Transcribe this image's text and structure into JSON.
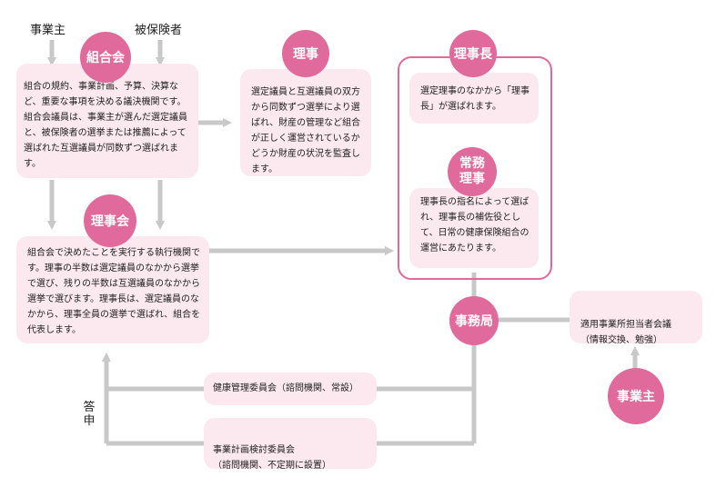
{
  "colors": {
    "accent": "#e06a9b",
    "box": "#fbe9ef",
    "arrow": "#c8c8c8"
  },
  "top_labels": {
    "employer": "事業主",
    "insured": "被保険者"
  },
  "kumiaikai": {
    "title": "組合会",
    "text": "組合の規約、事業計画、予算、決算など、重要な事項を決める議決機関です。組合会議員は、事業主が選んだ選定議員と、被保険者の選挙または推薦によって選ばれた互選議員が同数ずつ選ばれます。"
  },
  "riji": {
    "title": "理事",
    "text": "選定議員と互選議員の双方から同数ずつ選挙により選ばれ、財産の管理など組合が正しく運営されているかどうか財産の状況を監査します。"
  },
  "rijicho": {
    "title": "理事長",
    "text": "選定理事のなかから「理事長」が選ばれます。"
  },
  "jomu": {
    "title": "常務\n理事",
    "text": "理事長の指名によって選ばれ、理事長の補佐役として、日常の健康保険組合の運営にあたります。"
  },
  "rijikai": {
    "title": "理事会",
    "text": "組合会で決めたことを実行する執行機関です。理事の半数は選定議員のなかから選挙で選び、残りの半数は互選議員のなかから選挙で選びます。理事長は、選定議員のなかから、理事全員の選挙で選ばれ、組合を代表します。"
  },
  "jimukyoku": {
    "title": "事務局"
  },
  "tekiyo": {
    "text": "適用事業所担当者会議\n（情報交換、勉強）"
  },
  "employer_bottom": {
    "title": "事業主"
  },
  "kenko_iinkai": {
    "text": "健康管理委員会（諮問機関、常設）"
  },
  "keikaku_iinkai": {
    "text": "事業計画検討委員会\n（諮問機関、不定期に設置）"
  },
  "toushin": {
    "text": "答申"
  }
}
